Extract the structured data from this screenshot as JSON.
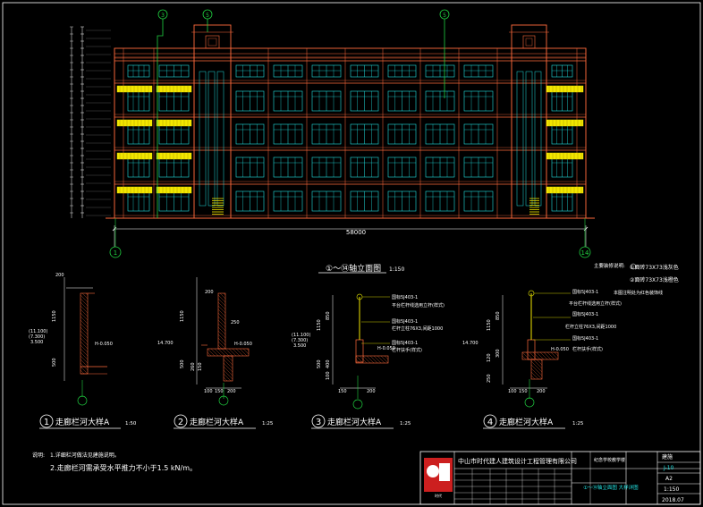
{
  "colors": {
    "background": "#000000",
    "building": "#ff6a3c",
    "window": "#22e0e0",
    "railing": "#f2e600",
    "dimension": "#ffffff",
    "annotation": "#c8c800",
    "green": "#20d040",
    "frame": "#ffffff"
  },
  "elevation": {
    "title": "①～⑭轴立面图",
    "scale": "1:150",
    "overall_dimension": "58000",
    "axis_left": "1",
    "axis_right": "14",
    "axis_top_a": "3",
    "axis_top_b": "5"
  },
  "legend": {
    "title": "主要装修说明:",
    "item1": "①面砖73X73浅灰色",
    "item2": "②面砖73X73浅橙色",
    "item3": "本图注明处为红色装饰线"
  },
  "details": [
    {
      "num": "1",
      "title": "走廊栏河大样",
      "axis_ref": "A",
      "scale": "1:50",
      "dims": [
        "200",
        "1150",
        "500"
      ],
      "elev_labels": [
        "(11.100)",
        "(7.300)",
        "3.500"
      ],
      "h_label": "H-0.050"
    },
    {
      "num": "2",
      "title": "走廊栏河大样",
      "axis_ref": "A",
      "scale": "1:25",
      "dims": [
        "200",
        "250",
        "1150",
        "500",
        "260",
        "150",
        "100",
        "150",
        "200"
      ],
      "elev_labels": [
        "14.700"
      ],
      "h_label": "H-0.050"
    },
    {
      "num": "3",
      "title": "走廊栏河大样",
      "axis_ref": "A",
      "scale": "1:25",
      "dims": [
        "850",
        "1150",
        "500",
        "400",
        "100",
        "150",
        "200"
      ],
      "elev_labels": [
        "(11.100)",
        "(7.300)",
        "3.500"
      ],
      "h_label": "H-0.050",
      "notes": [
        "国标5J403-1",
        "平台栏杆线选用立杆(样式)",
        "国标5J403-1",
        "栏杆立柱76X3,间距1000",
        "国标5J403-1",
        "栏杆扶手(样式)"
      ]
    },
    {
      "num": "4",
      "title": "走廊栏河大样",
      "axis_ref": "A",
      "scale": "1:25",
      "dims": [
        "850",
        "1150",
        "300",
        "120",
        "250",
        "100",
        "150",
        "200"
      ],
      "elev_labels": [
        "14.700"
      ],
      "h_label": "H-0.050",
      "notes": [
        "国标5J403-1",
        "平台栏杆线选用立杆(样式)",
        "国标5J403-1",
        "栏杆立柱76X3,间距1000",
        "国标5J403-1",
        "栏杆扶手(样式)"
      ]
    }
  ],
  "notes": {
    "label": "说明:",
    "line1": "1.详细栏河做法见建施说明。",
    "line2": "2.走廊栏河需承受水平推力不小于1.5 kN/m。"
  },
  "title_block": {
    "company": "中山市时代建人建筑设计工程管理有限公司",
    "project": "纪念学校教学楼",
    "drawing_title": "①～⑭轴立面图 大样详图",
    "discipline_label": "建施",
    "drawing_no": "J-10",
    "size": "A2",
    "scale": "1:150",
    "date": "2018.07",
    "logo_text": "时代"
  }
}
